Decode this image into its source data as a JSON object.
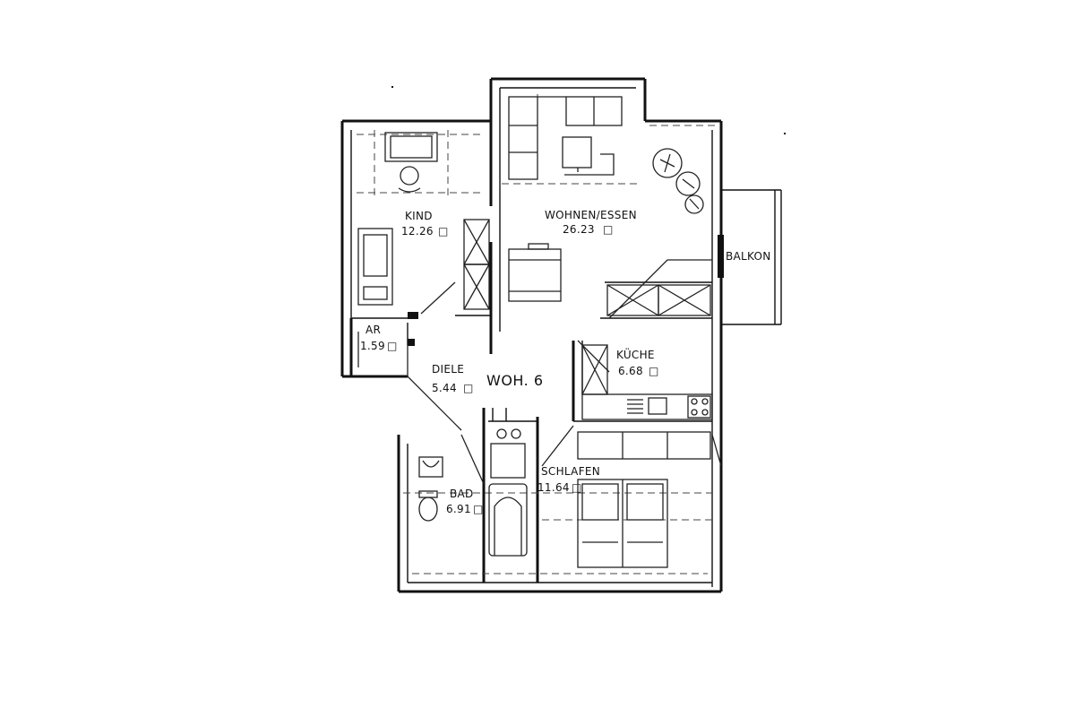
{
  "unit_label": "WOH. 6",
  "rooms": {
    "kind": {
      "name": "KIND",
      "area": "12.26"
    },
    "wohnen": {
      "name": "WOHNEN/ESSEN",
      "area": "26.23"
    },
    "balkon": {
      "name": "BALKON"
    },
    "ar": {
      "name": "AR",
      "area": "1.59"
    },
    "diele": {
      "name": "DIELE",
      "area": "5.44"
    },
    "kueche": {
      "name": "KÜCHE",
      "area": "6.68"
    },
    "bad": {
      "name": "BAD",
      "area": "6.91"
    },
    "schlafen": {
      "name": "SCHLAFEN",
      "area": "11.64"
    }
  },
  "area_unit_symbol": "□"
}
